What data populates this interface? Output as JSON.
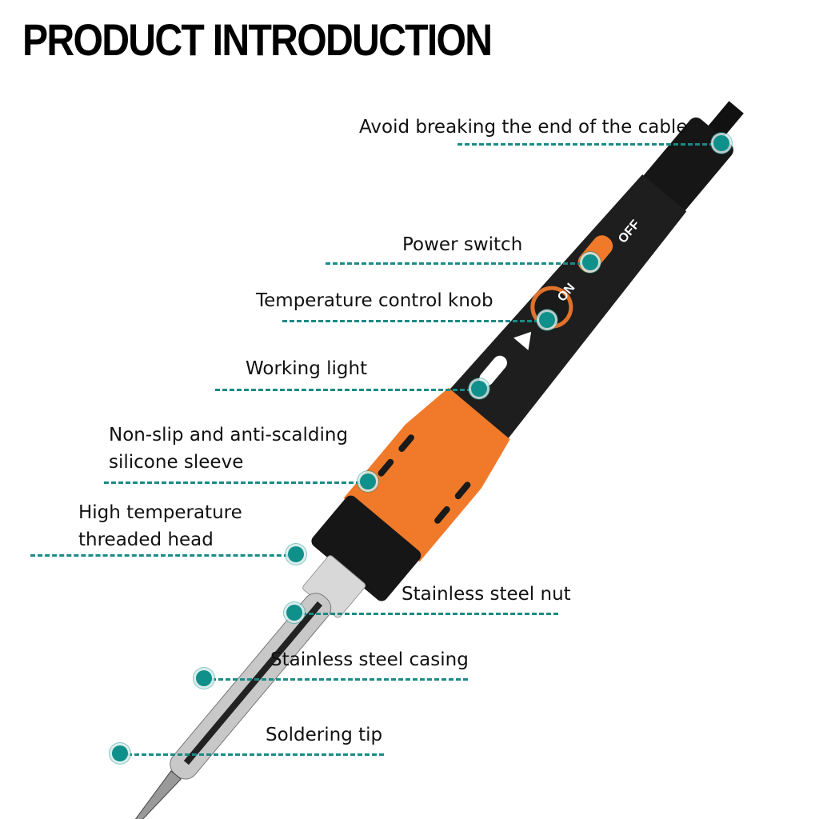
{
  "title": "PRODUCT INTRODUCTION",
  "colors": {
    "accent": "#10908a",
    "handle": "#1e1e1e",
    "sleeve": "#f07a2a",
    "metal": "#c8c8c8"
  },
  "switch": {
    "on": "ON",
    "off": "OFF"
  },
  "callouts": [
    {
      "label": "Avoid breaking the end of the cable"
    },
    {
      "label": "Power switch"
    },
    {
      "label": "Temperature control knob"
    },
    {
      "label": "Working light"
    },
    {
      "label_line1": "Non-slip and anti-scalding",
      "label_line2": "silicone sleeve"
    },
    {
      "label_line1": "High temperature",
      "label_line2": "threaded head"
    },
    {
      "label": "Stainless steel nut"
    },
    {
      "label": "Stainless steel casing"
    },
    {
      "label": "Soldering tip"
    }
  ]
}
